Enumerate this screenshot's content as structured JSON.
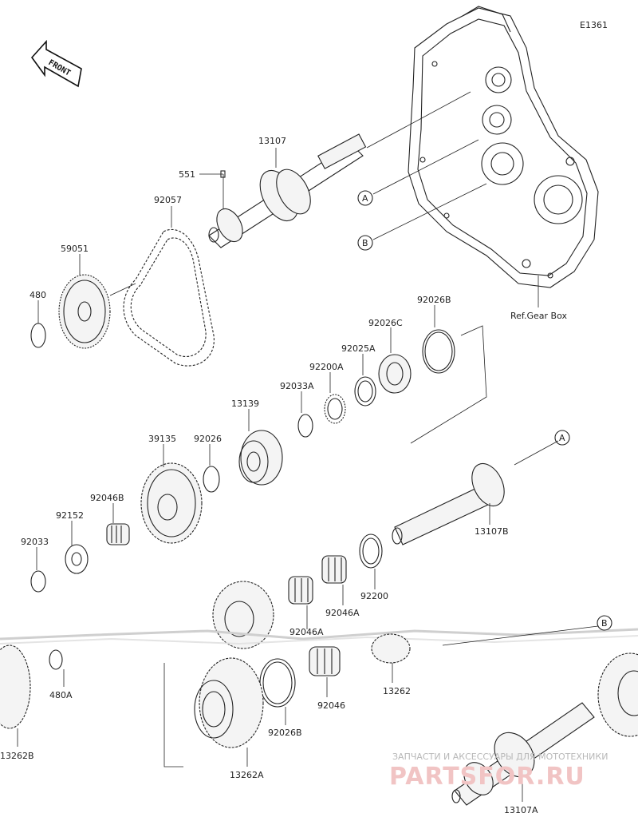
{
  "diagram": {
    "code": "E1361",
    "front_label": "FRONT",
    "ref_label": "Ref.Gear Box",
    "callouts": [
      "A",
      "B"
    ],
    "parts": {
      "p13107": "13107",
      "p551": "551",
      "p92057": "92057",
      "p59051": "59051",
      "p480": "480",
      "p92026B_top": "92026B",
      "p92026C": "92026C",
      "p92025A": "92025A",
      "p92200A": "92200A",
      "p92033A": "92033A",
      "p13139": "13139",
      "p39135": "39135",
      "p92026": "92026",
      "p92046B": "92046B",
      "p92152": "92152",
      "p92033": "92033",
      "p13107B": "13107B",
      "p92200": "92200",
      "p92046A": "92046A",
      "p92046A_hidden": "92046A",
      "p480A": "480A",
      "p13262": "13262",
      "p92046": "92046",
      "p92026B_bottom": "92026B",
      "p13262A": "13262A",
      "p13262B": "13262B",
      "p13107A": "13107A"
    }
  },
  "watermark": {
    "line1": "ЗАПЧАСТИ И АКСЕССУАРЫ ДЛЯ МОТОТЕХНИКИ",
    "line2": "PARTSFOR.RU"
  }
}
